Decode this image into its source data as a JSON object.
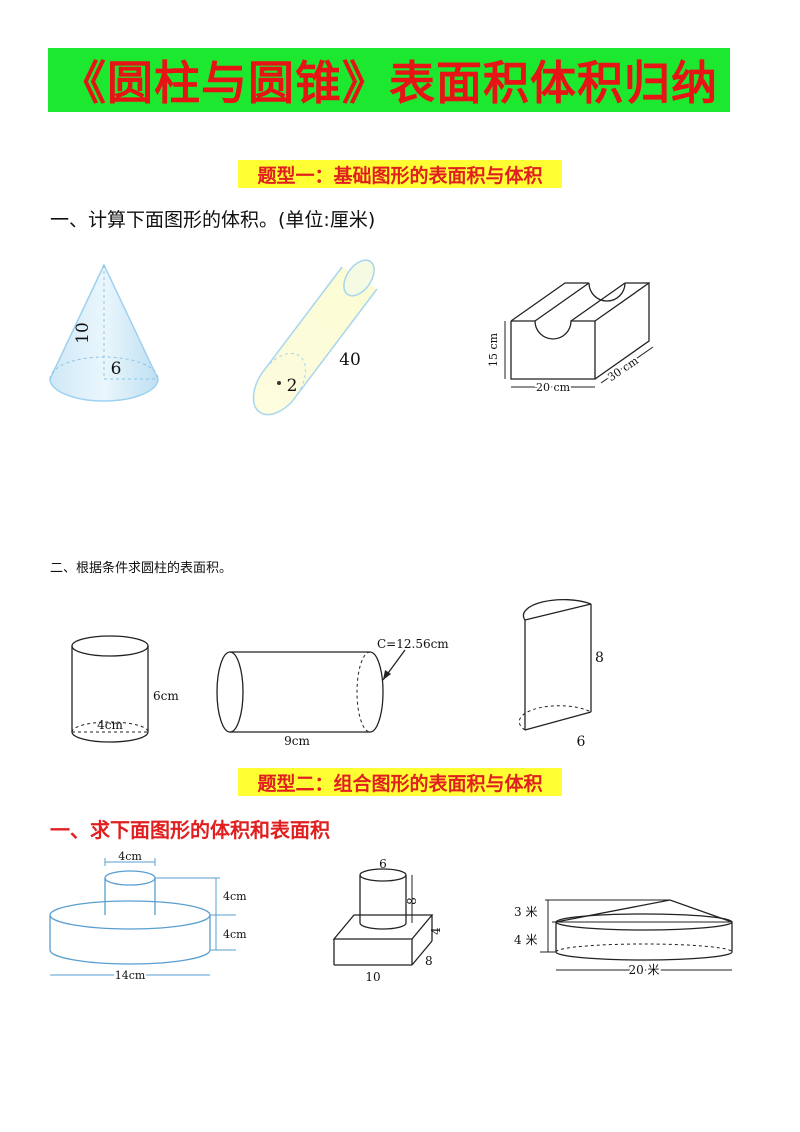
{
  "title": "《圆柱与圆锥》表面积体积归纳",
  "section1": {
    "heading": "题型一：基础图形的表面积与体积",
    "q1": {
      "text": "一、计算下面图形的体积。(单位:厘米)",
      "cone": {
        "height": "10",
        "radius": "6"
      },
      "cylinder": {
        "length": "40",
        "radius": "2"
      },
      "block": {
        "height": "15 cm",
        "width": "20 cm",
        "depth": "30 cm"
      }
    },
    "q2": {
      "text": "二、根据条件求圆柱的表面积。",
      "cyl_a": {
        "height": "6cm",
        "diameter": "4cm"
      },
      "cyl_b": {
        "circumference": "C=12.56cm",
        "length": "9cm"
      },
      "half_cyl": {
        "height": "8",
        "diameter": "6"
      }
    }
  },
  "section2": {
    "heading": "题型二：组合图形的表面积与体积",
    "q1": {
      "text": "一、求下面图形的体积和表面积",
      "fig_a": {
        "top_diameter": "4cm",
        "top_height": "4cm",
        "base_height": "4cm",
        "base_diameter": "14cm"
      },
      "fig_b": {
        "cyl_diameter": "6",
        "cyl_height": "8",
        "box_height": "4",
        "box_depth": "8",
        "box_width": "10"
      },
      "fig_c": {
        "cone_height": "3 米",
        "cyl_height": "4 米",
        "diameter": "20 米"
      }
    }
  }
}
